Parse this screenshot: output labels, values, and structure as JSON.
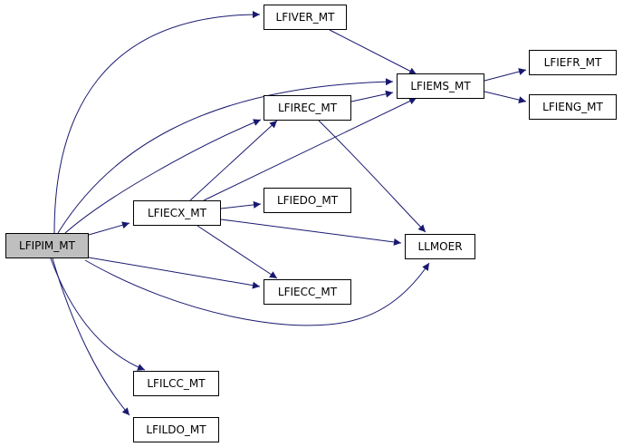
{
  "diagram": {
    "colors": {
      "edge": "#191970",
      "node_border": "#000000",
      "node_fill": "#ffffff",
      "root_fill": "#bfbfbf"
    },
    "nodes": [
      {
        "id": "LFIPIM_MT",
        "label": "LFIPIM_MT",
        "root": true
      },
      {
        "id": "LFIVER_MT",
        "label": "LFIVER_MT"
      },
      {
        "id": "LFIEMS_MT",
        "label": "LFIEMS_MT"
      },
      {
        "id": "LFIEFR_MT",
        "label": "LFIEFR_MT"
      },
      {
        "id": "LFIENG_MT",
        "label": "LFIENG_MT"
      },
      {
        "id": "LFIREC_MT",
        "label": "LFIREC_MT"
      },
      {
        "id": "LFIEDO_MT",
        "label": "LFIEDO_MT"
      },
      {
        "id": "LFIECX_MT",
        "label": "LFIECX_MT"
      },
      {
        "id": "LLMOER",
        "label": "LLMOER"
      },
      {
        "id": "LFIECC_MT",
        "label": "LFIECC_MT"
      },
      {
        "id": "LFILCC_MT",
        "label": "LFILCC_MT"
      },
      {
        "id": "LFILDO_MT",
        "label": "LFILDO_MT"
      }
    ],
    "edges": [
      {
        "from": "LFIPIM_MT",
        "to": "LFIVER_MT"
      },
      {
        "from": "LFIPIM_MT",
        "to": "LFIEMS_MT"
      },
      {
        "from": "LFIPIM_MT",
        "to": "LFIREC_MT"
      },
      {
        "from": "LFIPIM_MT",
        "to": "LFIECX_MT"
      },
      {
        "from": "LFIPIM_MT",
        "to": "LFIECC_MT"
      },
      {
        "from": "LFIPIM_MT",
        "to": "LLMOER"
      },
      {
        "from": "LFIPIM_MT",
        "to": "LFILCC_MT"
      },
      {
        "from": "LFIPIM_MT",
        "to": "LFILDO_MT"
      },
      {
        "from": "LFIVER_MT",
        "to": "LFIEMS_MT"
      },
      {
        "from": "LFIEMS_MT",
        "to": "LFIEFR_MT"
      },
      {
        "from": "LFIEMS_MT",
        "to": "LFIENG_MT"
      },
      {
        "from": "LFIREC_MT",
        "to": "LFIEMS_MT"
      },
      {
        "from": "LFIREC_MT",
        "to": "LLMOER"
      },
      {
        "from": "LFIECX_MT",
        "to": "LFIEMS_MT"
      },
      {
        "from": "LFIECX_MT",
        "to": "LFIREC_MT"
      },
      {
        "from": "LFIECX_MT",
        "to": "LFIEDO_MT"
      },
      {
        "from": "LFIECX_MT",
        "to": "LLMOER"
      },
      {
        "from": "LFIECX_MT",
        "to": "LFIECC_MT"
      }
    ]
  }
}
